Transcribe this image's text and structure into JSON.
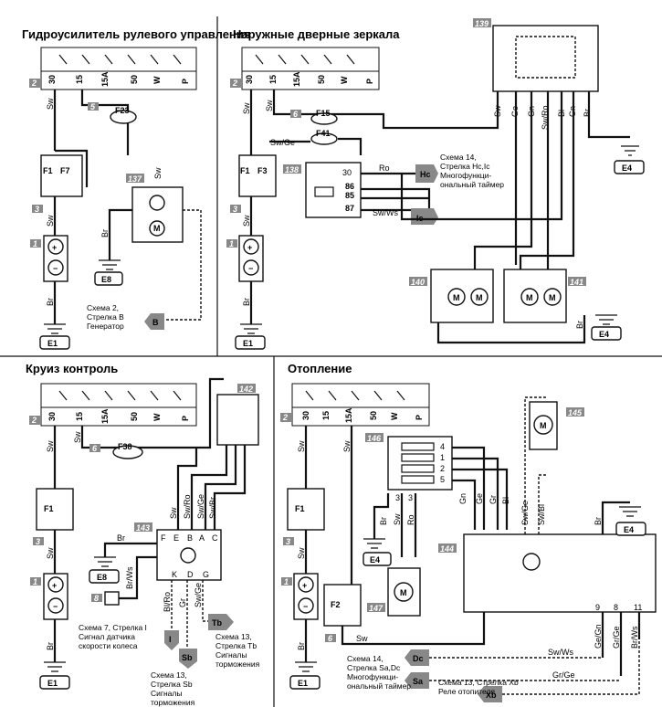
{
  "sections": {
    "power_steering": {
      "title": "Гидроусилитель рулевого управления",
      "conn_num": "2",
      "terminals": [
        "30",
        "15",
        "15A",
        "50",
        "W",
        "P"
      ],
      "wire_sw1": "Sw",
      "fuse_label_num": "5",
      "fuse": "F23",
      "fuse1": "F1",
      "fuse2": "F7",
      "wire_sw2": "Sw",
      "wire_sw3": "Sw",
      "conn3": "3",
      "wire_sw4": "Sw",
      "battery_num": "1",
      "wire_br1": "Br",
      "ground1": "E1",
      "module_num": "137",
      "wire_br2": "Br",
      "ground2": "E8",
      "motor": "M",
      "note": [
        "Схема 2,",
        "Стрелка B",
        "Генератор"
      ],
      "arrow": "B"
    },
    "mirrors": {
      "title": "Наружные дверные зеркала",
      "conn_num": "2",
      "terminals": [
        "30",
        "15",
        "15A",
        "50",
        "W",
        "P"
      ],
      "wire_sw1": "Sw",
      "fuse_label_num": "6",
      "fuse_a": "F15",
      "fuse_b": "F41",
      "wire_swge": "Sw/Ge",
      "fuse1": "F1",
      "fuse2": "F3",
      "relay_num": "138",
      "relay_pins": [
        "30",
        "86",
        "85",
        "87"
      ],
      "wire_ro": "Ro",
      "wire_swws": "Sw/Ws",
      "arrow_hc": "Hc",
      "arrow_ic": "Ic",
      "note": [
        "Схема 14,",
        "Стрелка Hc,Ic",
        "Многофункци-",
        "ональный таймер"
      ],
      "conn3": "3",
      "wire_sw2": "Sw",
      "battery_num": "1",
      "wire_br": "Br",
      "ground1": "E1",
      "switch_num": "139",
      "switch_wires": [
        "Sw",
        "Ge",
        "Gn",
        "Sw/Ro",
        "Bl",
        "Gn",
        "Br"
      ],
      "ground_e4a": "E4",
      "mirror_l": "140",
      "mirror_r": "141",
      "wire_br_r": "Br",
      "ground_e4b": "E4",
      "motor": "M"
    },
    "cruise": {
      "title": "Круиз контроль",
      "conn_num": "2",
      "terminals": [
        "30",
        "15",
        "15A",
        "50",
        "W",
        "P"
      ],
      "wire_sw1": "Sw",
      "fuse_label_num": "6",
      "fuse": "F38",
      "switch_num": "142",
      "fuse1": "F1",
      "conn3": "3",
      "wire_sw2": "Sw",
      "battery_num": "1",
      "wire_br": "Br",
      "ground1": "E1",
      "module_num": "143",
      "wires_top": [
        "Sw",
        "Sw/Ro",
        "Sw/Ge",
        "Sw/Br"
      ],
      "pins_top": [
        "F",
        "E",
        "B",
        "A",
        "C"
      ],
      "pins_bottom": [
        "K",
        "D",
        "G"
      ],
      "wire_br2": "Br",
      "ground2": "E8",
      "wire_brws": "Br/Ws",
      "sensor_num": "8",
      "wires_bottom": [
        "Bl/Ro",
        "Gr",
        "Sw/Ge"
      ],
      "arrow_i": "I",
      "arrow_sb": "Sb",
      "arrow_tb": "Tb",
      "note1": [
        "Схема 7, Стрелка I",
        "Сигнал датчика",
        "скорости колеса"
      ],
      "note2": [
        "Схема 13,",
        "Стрелка Sb",
        "Сигналы",
        "торможения"
      ],
      "note3": [
        "Схема 13,",
        "Стрелка Tb",
        "Сигналы",
        "торможения"
      ]
    },
    "heating": {
      "title": "Отопление",
      "conn_num": "2",
      "terminals": [
        "30",
        "15",
        "15A",
        "50",
        "W",
        "P"
      ],
      "wire_sw1": "Sw",
      "wire_sw_top": "Sw",
      "fuse1": "F1",
      "conn3": "3",
      "wire_sw2": "Sw",
      "battery_num": "1",
      "wire_br": "Br",
      "ground1": "E1",
      "resistor_num": "146",
      "resistor_pins": [
        "4",
        "1",
        "2",
        "5"
      ],
      "res_wires": [
        "Br",
        "Sw",
        "Ro"
      ],
      "res_pins2": [
        "3",
        "3"
      ],
      "fan_num": "147",
      "motor": "M",
      "ground_e4": "E4",
      "fuse2": "F2",
      "fuse2_num": "6",
      "wire_sw3": "Sw",
      "relay_num": "144",
      "relay_wires": [
        "Gn",
        "Ge",
        "Gr",
        "Bl",
        "Sw/Ge",
        "Sw/Bl"
      ],
      "motor2_num": "145",
      "wire_br_top": "Br",
      "ground_e4b": "E4",
      "out_wires": [
        "Ge/Gn",
        "Gr/Ge",
        "Br/Ws"
      ],
      "pins_out": [
        "9",
        "8",
        "11"
      ],
      "arrow_dc": "Dc",
      "arrow_sa": "Sa",
      "arrow_xb": "Xb",
      "wire_swws": "Sw/Ws",
      "wire_grge": "Gr/Ge",
      "note1": [
        "Схема 14,",
        "Стрелка Sa,Dc",
        "Многофункци-",
        "ональный таймер"
      ],
      "note2": [
        "Схема 13, Стрелка Xb",
        "Реле отопителя"
      ]
    }
  }
}
